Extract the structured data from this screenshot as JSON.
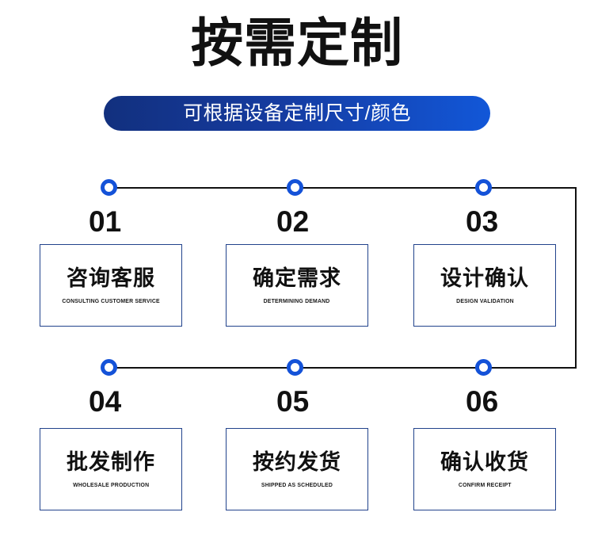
{
  "header": {
    "title": "按需定制",
    "subtitle": "可根据设备定制尺寸/颜色",
    "pill_gradient_from": "#12307e",
    "pill_gradient_to": "#1257d8"
  },
  "colors": {
    "accent_blue": "#1452d8",
    "card_border": "#22438c",
    "line": "#111111",
    "text": "#111111",
    "background": "#ffffff"
  },
  "flow": {
    "row1": [
      {
        "number": "01",
        "title_cn": "咨询客服",
        "title_en": "CONSULTING CUSTOMER SERVICE"
      },
      {
        "number": "02",
        "title_cn": "确定需求",
        "title_en": "DETERMINING DEMAND"
      },
      {
        "number": "03",
        "title_cn": "设计确认",
        "title_en": "DESIGN VALIDATION"
      }
    ],
    "row2": [
      {
        "number": "04",
        "title_cn": "批发制作",
        "title_en": "WHOLESALE PRODUCTION"
      },
      {
        "number": "05",
        "title_cn": "按约发货",
        "title_en": "SHIPPED AS SCHEDULED"
      },
      {
        "number": "06",
        "title_cn": "确认收货",
        "title_en": "CONFIRM RECEIPT"
      }
    ]
  }
}
